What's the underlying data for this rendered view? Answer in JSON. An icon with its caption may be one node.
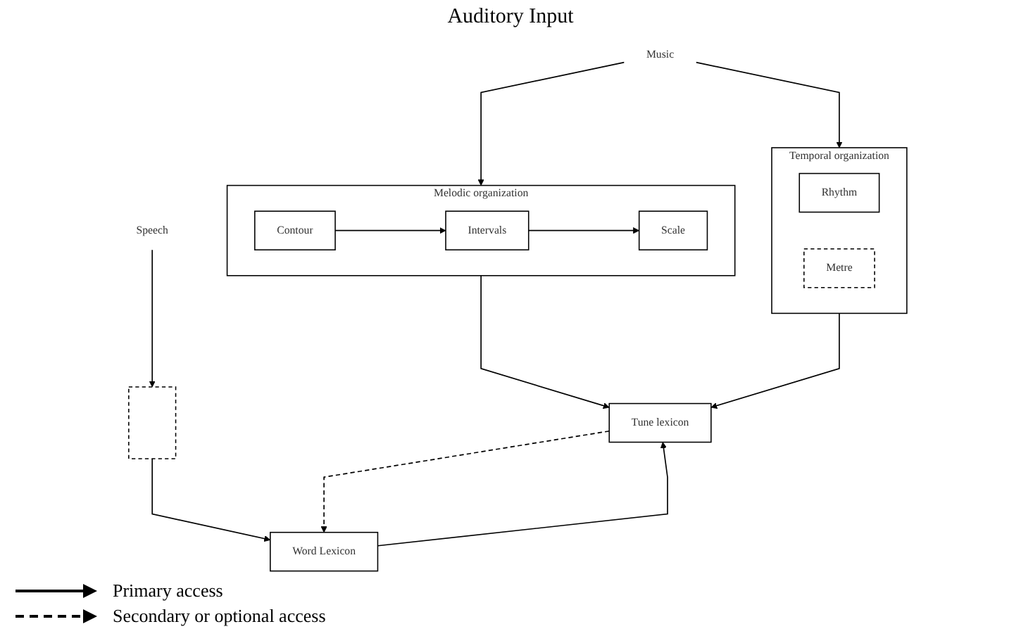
{
  "diagram": {
    "title": "Auditory Input",
    "nodes": [
      {
        "text": [
          "Music"
        ]
      },
      {
        "text": [
          "Melodic organization"
        ]
      },
      {
        "text": [
          "Intervals"
        ],
        "in": 1
      },
      {
        "text": [
          "Contour"
        ],
        "in": 1
      },
      {
        "text": [
          "Scale"
        ],
        "in": 1
      },
      {
        "text": [
          "Temporal organization"
        ]
      },
      {
        "text": [
          "Rhythm"
        ],
        "in": 5
      },
      {
        "text": [
          "Metre"
        ],
        "in": 5
      },
      {
        "text": [
          "Speech"
        ]
      },
      {
        "text": [],
        "shape": "box"
      },
      {
        "text": [
          "Tune lexicon"
        ]
      },
      {
        "text": [
          "Word Lexicon"
        ]
      }
    ],
    "edges": [
      {
        "from": 0,
        "to": 1,
        "arrow": "to"
      },
      {
        "from": 0,
        "to": 5,
        "arrow": "to"
      },
      {
        "from": 3,
        "to": 2,
        "arrow": "to"
      },
      {
        "from": 2,
        "to": 4,
        "arrow": "to"
      },
      {
        "from": 1,
        "to": 10,
        "arrow": "to"
      },
      {
        "from": 5,
        "to": 10,
        "arrow": "to"
      },
      {
        "from": 8,
        "to": 9,
        "arrow": "to"
      },
      {
        "from": 9,
        "to": 11,
        "arrow": "to"
      },
      {
        "from": 11,
        "to": 10,
        "arrow": "to"
      },
      {
        "from": 10,
        "to": 11,
        "arrow": "to",
        "style": "dashed"
      }
    ],
    "legend": [
      {
        "text": "Primary access"
      },
      {
        "text": "Secondary or optional access"
      }
    ]
  }
}
